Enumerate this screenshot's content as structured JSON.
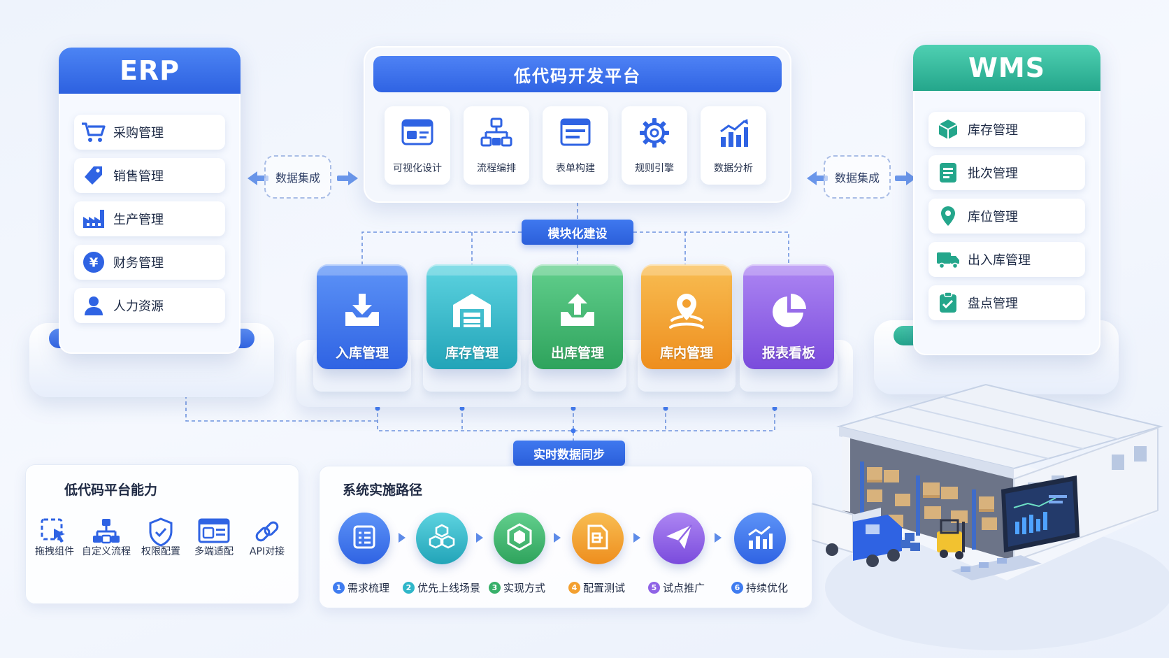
{
  "erp": {
    "title": "ERP",
    "items": [
      {
        "label": "采购管理",
        "icon": "cart-icon"
      },
      {
        "label": "销售管理",
        "icon": "tag-icon"
      },
      {
        "label": "生产管理",
        "icon": "factory-icon"
      },
      {
        "label": "财务管理",
        "icon": "yen-icon"
      },
      {
        "label": "人力资源",
        "icon": "user-icon"
      }
    ]
  },
  "wms": {
    "title": "WMS",
    "items": [
      {
        "label": "库存管理",
        "icon": "box-icon"
      },
      {
        "label": "批次管理",
        "icon": "list-icon"
      },
      {
        "label": "库位管理",
        "icon": "location-icon"
      },
      {
        "label": "出入库管理",
        "icon": "truck-icon"
      },
      {
        "label": "盘点管理",
        "icon": "checklist-icon"
      }
    ]
  },
  "platform": {
    "title": "低代码开发平台",
    "tools": [
      {
        "label": "可视化设计",
        "icon": "browser-icon"
      },
      {
        "label": "流程编排",
        "icon": "flowchart-icon"
      },
      {
        "label": "表单构建",
        "icon": "form-icon"
      },
      {
        "label": "规则引擎",
        "icon": "gear-icon"
      },
      {
        "label": "数据分析",
        "icon": "bar-chart-icon"
      }
    ]
  },
  "integration": {
    "left_label": "数据集成",
    "right_label": "数据集成"
  },
  "modular_tag": "模块化建设",
  "modules": [
    {
      "label": "入库管理",
      "icon": "inbound-icon",
      "color": "#3f7cf0"
    },
    {
      "label": "库存管理",
      "icon": "warehouse-icon",
      "color": "#2fb6c9"
    },
    {
      "label": "出库管理",
      "icon": "outbound-icon",
      "color": "#38b06a"
    },
    {
      "label": "库内管理",
      "icon": "pin-icon",
      "color": "#f3a030"
    },
    {
      "label": "报表看板",
      "icon": "pie-icon",
      "color": "#8f63e6"
    }
  ],
  "sync_tag": "实时数据同步",
  "capabilities": {
    "title": "低代码平台能力",
    "items": [
      {
        "label": "拖拽组件",
        "icon": "drag-icon"
      },
      {
        "label": "自定义流程",
        "icon": "flow-icon"
      },
      {
        "label": "权限配置",
        "icon": "shield-icon"
      },
      {
        "label": "多端适配",
        "icon": "devices-icon"
      },
      {
        "label": "API对接",
        "icon": "link-icon"
      }
    ]
  },
  "roadmap": {
    "title": "系统实施路径",
    "steps": [
      {
        "num": "1",
        "label": "需求梳理",
        "icon": "checklist-icon",
        "color": "#3f7cf0"
      },
      {
        "num": "2",
        "label": "优先上线场景",
        "icon": "cubes-icon",
        "color": "#2fb6c9"
      },
      {
        "num": "3",
        "label": "实现方式",
        "icon": "hex-icon",
        "color": "#38b06a"
      },
      {
        "num": "4",
        "label": "配置测试",
        "icon": "doc-icon",
        "color": "#f3a030"
      },
      {
        "num": "5",
        "label": "试点推广",
        "icon": "paper-plane-icon",
        "color": "#8f63e6"
      },
      {
        "num": "6",
        "label": "持续优化",
        "icon": "trend-icon",
        "color": "#3f7cf0"
      }
    ]
  }
}
